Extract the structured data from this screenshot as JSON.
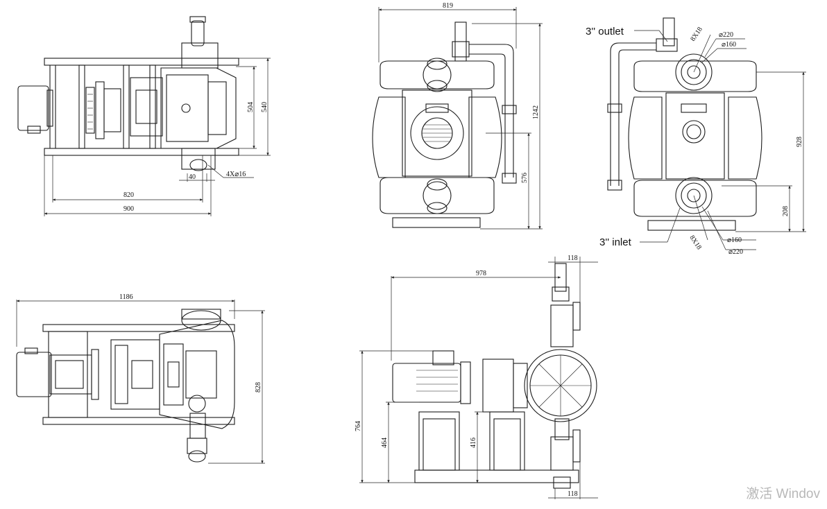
{
  "views": {
    "top_left": {
      "d_820": "820",
      "d_900": "900",
      "d_504": "504",
      "d_540": "540",
      "d_40": "40",
      "d_bolt": "4X⌀16"
    },
    "top_middle": {
      "d_819": "819",
      "d_1242": "1242",
      "d_576": "576"
    },
    "top_right": {
      "outlet": "3'' outlet",
      "inlet": "3'' inlet",
      "d_8x18_top": "8X18",
      "d_220_top": "⌀220",
      "d_160_top": "⌀160",
      "d_8x18_bot": "8X18",
      "d_160_bot": "⌀160",
      "d_220_bot": "⌀220",
      "d_928": "928",
      "d_208": "208"
    },
    "bottom_left": {
      "d_1186": "1186",
      "d_828": "828"
    },
    "bottom_right": {
      "d_978": "978",
      "d_118_top": "118",
      "d_118_bot": "118",
      "d_764": "764",
      "d_464": "464",
      "d_416": "416"
    }
  },
  "watermark": "激活 Windov"
}
